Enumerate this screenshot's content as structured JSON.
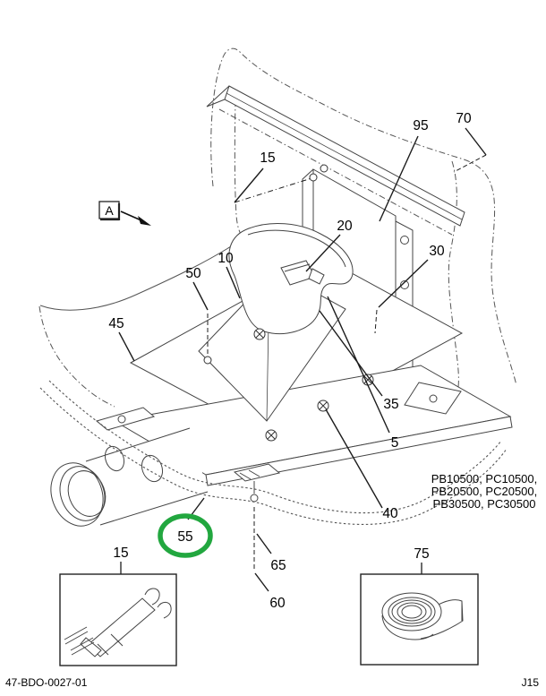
{
  "page": {
    "footer_left": "47-BDO-0027-01",
    "footer_right": "J15",
    "ink_color": "#444444",
    "highlight_color": "#22a73f"
  },
  "view_reference": {
    "label": "A"
  },
  "model_applicability": {
    "line1": "PB10500, PC10500,",
    "line2": "PB20500, PC20500,",
    "line3": "PB30500, PC30500"
  },
  "callouts": {
    "c95": "95",
    "c70": "70",
    "c15": "15",
    "c20": "20",
    "c10": "10",
    "c30": "30",
    "c50": "50",
    "c45": "45",
    "c35": "35",
    "c5": "5",
    "c40": "40",
    "c55_highlighted": "55",
    "c65": "65",
    "c60": "60",
    "inset15": "15",
    "inset75": "75"
  }
}
